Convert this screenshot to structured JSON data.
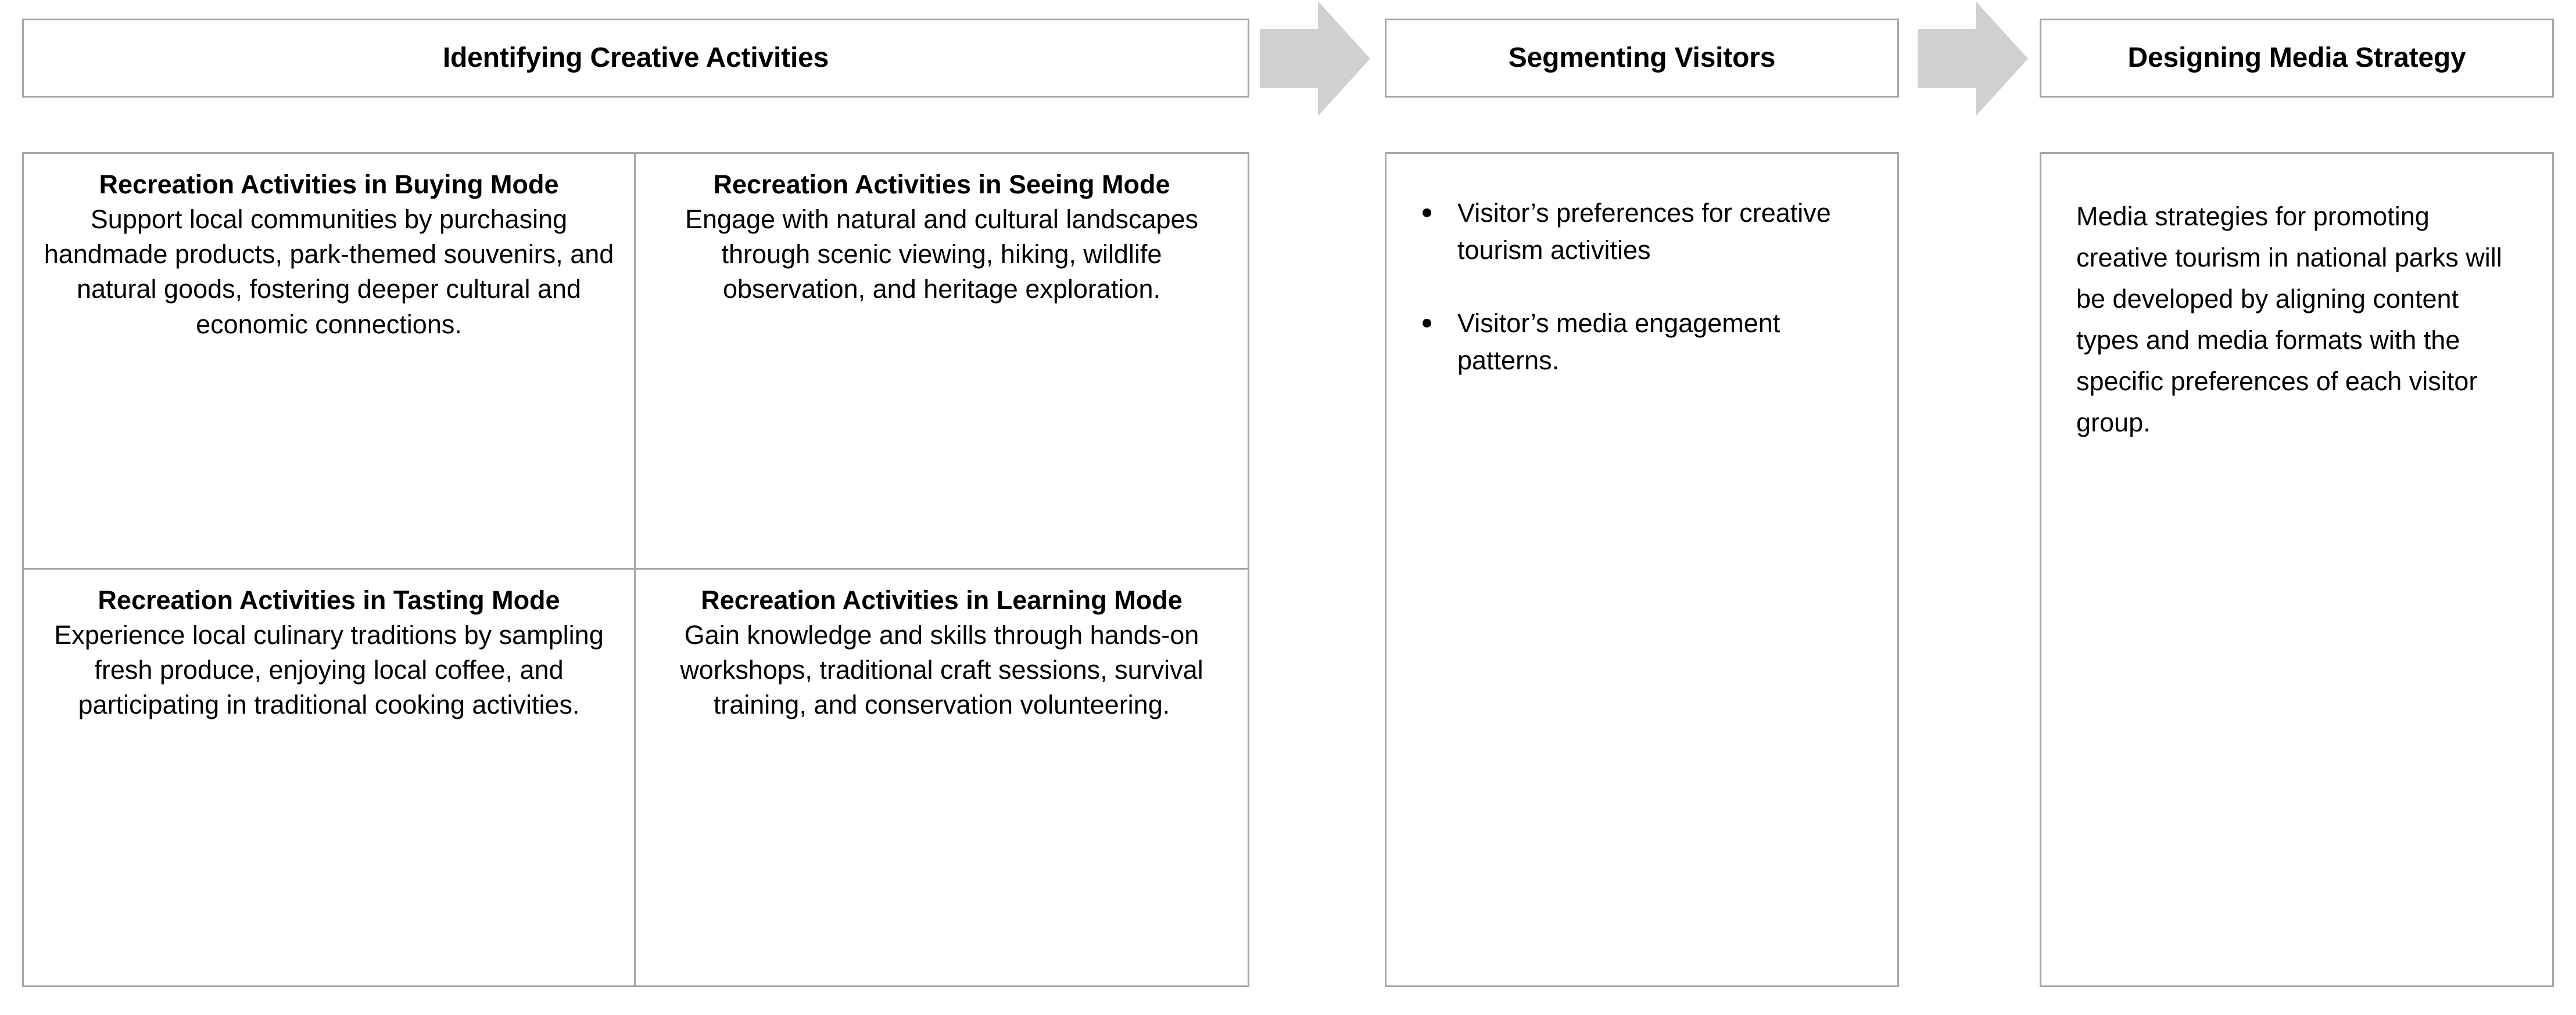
{
  "diagram": {
    "title_row": {
      "stage1": "Identifying Creative Activities",
      "stage2": "Segmenting Visitors",
      "stage3": "Designing Media Strategy"
    },
    "arrows": [
      {
        "name": "arrow-stage1-to-stage2",
        "color": "#d0d0d0",
        "direction": "right"
      },
      {
        "name": "arrow-stage2-to-stage3",
        "color": "#d0d0d0",
        "direction": "right"
      }
    ],
    "stage1": {
      "cells": [
        {
          "title": "Recreation Activities in Buying Mode",
          "body": "Support local communities by purchasing handmade products, park-themed souvenirs, and natural goods, fostering deeper cultural and economic connections."
        },
        {
          "title": "Recreation Activities in Seeing Mode",
          "body": "Engage with natural and cultural landscapes through scenic viewing, hiking, wildlife observation, and heritage exploration."
        },
        {
          "title": "Recreation Activities in Tasting Mode",
          "body": "Experience local culinary traditions by sampling fresh produce, enjoying local coffee, and participating in traditional cooking activities."
        },
        {
          "title": "Recreation Activities in Learning Mode",
          "body": "Gain knowledge and skills through hands-on workshops, traditional craft sessions, survival training, and conservation volunteering."
        }
      ]
    },
    "stage2": {
      "bullets": [
        "Visitor’s preferences for creative tourism activities",
        "Visitor’s media engagement patterns."
      ]
    },
    "stage3": {
      "paragraph": "Media strategies for promoting creative tourism in national parks will be developed by aligning content types and media formats with the specific preferences of each visitor group."
    },
    "colors": {
      "box_border": "#a6a6a6",
      "arrow_fill": "#d0d0d0",
      "text": "#000000",
      "background": "#ffffff"
    }
  }
}
